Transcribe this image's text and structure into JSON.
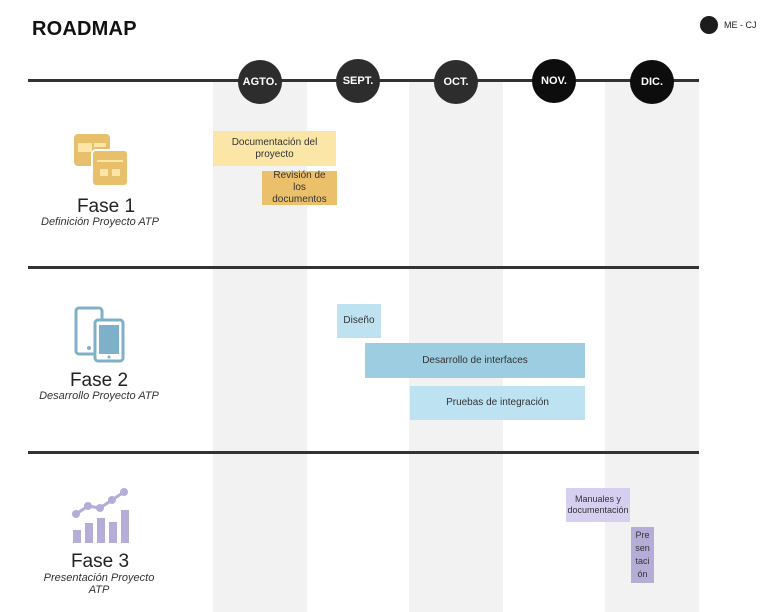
{
  "header": {
    "title": "ROADMAP"
  },
  "legend": {
    "label": "ME - CJ",
    "color": "#1d1d1d"
  },
  "months": [
    {
      "label": "AGTO.",
      "color": "#2d2d2d"
    },
    {
      "label": "SEPT.",
      "color": "#2d2d2d"
    },
    {
      "label": "OCT.",
      "color": "#2d2d2d"
    },
    {
      "label": "NOV.",
      "color": "#0d0d0d"
    },
    {
      "label": "DIC.",
      "color": "#0d0d0d"
    }
  ],
  "phases": [
    {
      "title": "Fase 1",
      "subtitle": "Definición Proyecto ATP",
      "icon": "windows-icon",
      "color": "#e8c06c"
    },
    {
      "title": "Fase 2",
      "subtitle": "Desarrollo Proyecto ATP",
      "icon": "devices-icon",
      "color": "#7fb0c9"
    },
    {
      "title": "Fase 3",
      "subtitle": "Presentación Proyecto ATP",
      "icon": "bar-chart-icon",
      "color": "#b5acd8"
    }
  ],
  "tasks": [
    {
      "label": "Documentación del proyecto",
      "color": "#fbe6a8"
    },
    {
      "label": "Revisión de los documentos",
      "color": "#ebc06a"
    },
    {
      "label": "Diseño",
      "color": "#bfe2f1"
    },
    {
      "label": "Desarrollo de interfaces",
      "color": "#9ccde0"
    },
    {
      "label": "Pruebas de integración",
      "color": "#bde3f3"
    },
    {
      "label": "Manuales y documentación",
      "color": "#d6cff0"
    },
    {
      "label": "Pre sen taci ón",
      "color": "#b5acd8"
    }
  ]
}
